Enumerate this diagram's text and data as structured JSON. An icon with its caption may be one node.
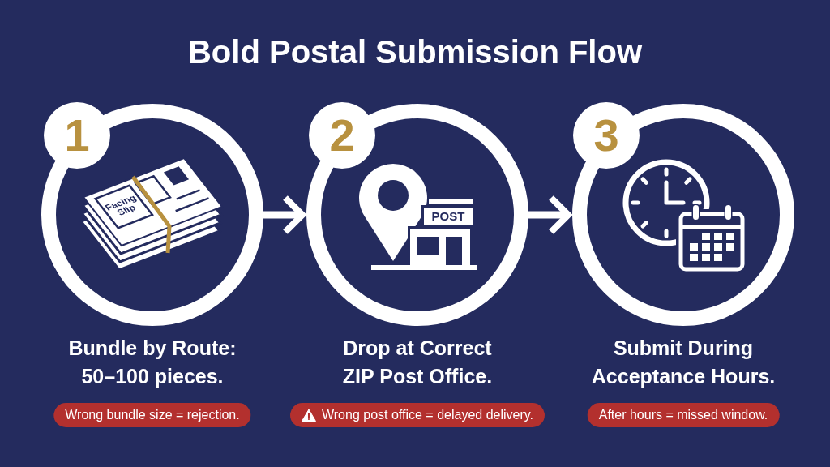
{
  "diagram": {
    "title": "Bold Postal Submission Flow",
    "nodes": [
      {
        "text": [
          "1"
        ]
      },
      {
        "text": [
          "Bundle by Route: 50–100 pieces."
        ]
      },
      {
        "text": [
          "Wrong bundle size = rejection."
        ]
      },
      {
        "text": [
          "2"
        ]
      },
      {
        "text": [
          "Drop at Correct ZIP Post Office."
        ]
      },
      {
        "text": [
          "Wrong post office = delayed delivery."
        ]
      },
      {
        "text": [
          "3"
        ]
      },
      {
        "text": [
          "Submit During Acceptance Hours."
        ]
      },
      {
        "text": [
          "After hours = missed window."
        ]
      }
    ],
    "edges": [
      {
        "from": 1,
        "to": 4,
        "arrow": "to"
      },
      {
        "from": 4,
        "to": 7,
        "arrow": "to"
      }
    ],
    "labels": [
      "Facing Slip",
      "POST"
    ]
  }
}
